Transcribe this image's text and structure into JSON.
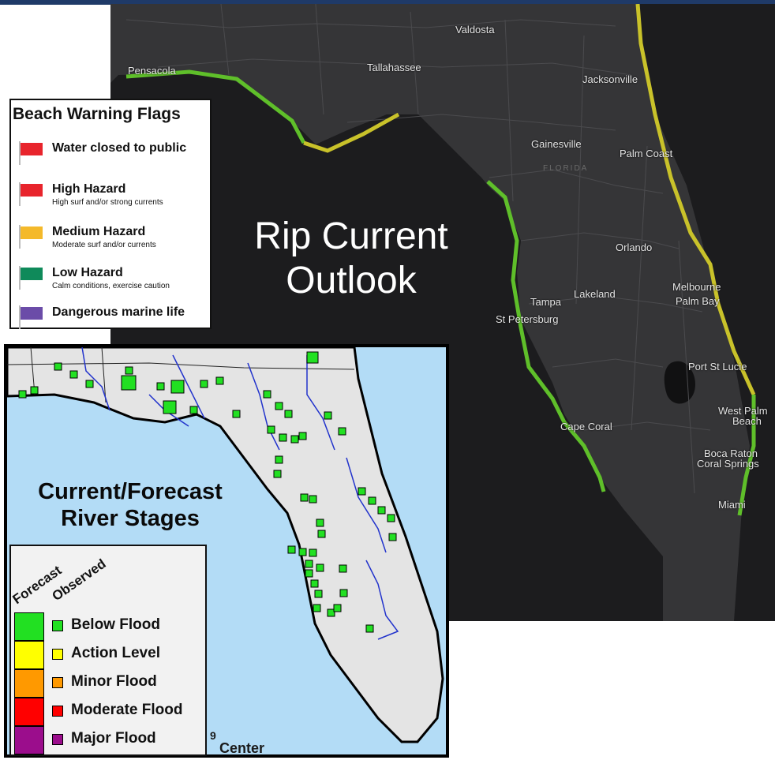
{
  "rip_map": {
    "title_line1": "Rip Current",
    "title_line2": "Outlook",
    "state_label": "FLORIDA",
    "cities": [
      {
        "name": "Valdosta"
      },
      {
        "name": "Tallahassee"
      },
      {
        "name": "Pensacola"
      },
      {
        "name": "Jacksonville"
      },
      {
        "name": "Gainesville"
      },
      {
        "name": "Palm Coast"
      },
      {
        "name": "Orlando"
      },
      {
        "name": "Melbourne"
      },
      {
        "name": "Palm Bay"
      },
      {
        "name": "Tampa"
      },
      {
        "name": "Lakeland"
      },
      {
        "name": "St Petersburg"
      },
      {
        "name": "Port St Lucie"
      },
      {
        "name": "West Palm"
      },
      {
        "name": "Beach"
      },
      {
        "name": "Cape Coral"
      },
      {
        "name": "Boca Raton"
      },
      {
        "name": "Coral Springs"
      },
      {
        "name": "Miami"
      }
    ],
    "colors": {
      "background": "#2b2b2d",
      "low": "#5fbf2a",
      "medium": "#c9c22a"
    }
  },
  "beach_flags": {
    "title": "Beach Warning Flags",
    "items": [
      {
        "label": "Water closed to public",
        "sub": "",
        "color": "#e8242c"
      },
      {
        "label": "High Hazard",
        "sub": "High surf and/or strong currents",
        "color": "#e8242c"
      },
      {
        "label": "Medium Hazard",
        "sub": "Moderate surf and/or currents",
        "color": "#f4b92a"
      },
      {
        "label": "Low Hazard",
        "sub": "Calm conditions, exercise caution",
        "color": "#0f8a5a"
      },
      {
        "label": "Dangerous marine life",
        "sub": "",
        "color": "#6b4ca8"
      }
    ]
  },
  "river": {
    "title_line1": "Current/Forecast",
    "title_line2": "River Stages",
    "legend_forecast": "Forecast",
    "legend_observed": "Observed",
    "stages": [
      {
        "label": "Below Flood",
        "color": "#22e022"
      },
      {
        "label": "Action Level",
        "color": "#ffff00"
      },
      {
        "label": "Minor Flood",
        "color": "#ff9900"
      },
      {
        "label": "Moderate Flood",
        "color": "#ff0000"
      },
      {
        "label": "Major Flood",
        "color": "#9b0d8c"
      }
    ],
    "footer_text": "Center",
    "footer_mark": "9",
    "colors": {
      "water": "#b3dcf6",
      "land": "#e4e4e4",
      "rivers": "#2233cc",
      "gauge": "#22e022"
    }
  }
}
